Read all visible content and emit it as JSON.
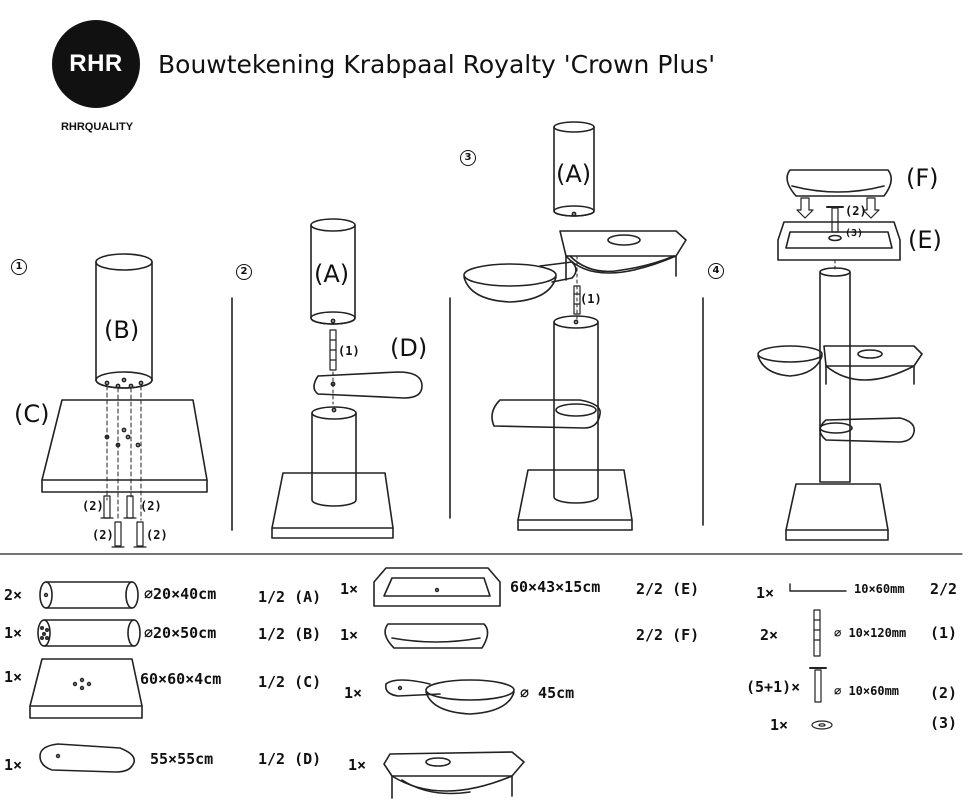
{
  "logo": {
    "text": "RHR",
    "subtext": "RHRQUALITY"
  },
  "title": "Bouwtekening Krabpaal Royalty 'Crown Plus'",
  "steps": [
    "1",
    "2",
    "3",
    "4"
  ],
  "diagram_labels": {
    "a": "(A)",
    "b": "(B)",
    "c": "(C)",
    "d": "(D)",
    "e": "(E)",
    "f": "(F)",
    "screw1": "(1)",
    "screw2": "(2)",
    "washer3": "(3)"
  },
  "parts": [
    {
      "qty": "2×",
      "dims": "∅20×40cm",
      "ref": "1/2 (A)"
    },
    {
      "qty": "1×",
      "dims": "∅20×50cm",
      "ref": "1/2 (B)"
    },
    {
      "qty": "1×",
      "dims": "60×60×4cm",
      "ref": "1/2 (C)"
    },
    {
      "qty": "1×",
      "dims": "55×55cm",
      "ref": "1/2 (D)"
    },
    {
      "qty": "1×",
      "dims": "60×43×15cm",
      "ref": "2/2 (E)"
    },
    {
      "qty": "1×",
      "dims": "",
      "ref": "2/2 (F)"
    },
    {
      "qty": "1×",
      "dims": "∅ 45cm",
      "ref": ""
    },
    {
      "qty": "1×",
      "dims": "",
      "ref": ""
    }
  ],
  "hardware": [
    {
      "qty": "1×",
      "dims": "10×60mm",
      "ref": "2/2"
    },
    {
      "qty": "2×",
      "dims": "∅ 10×120mm",
      "ref": "(1)"
    },
    {
      "qty": "(5+1)×",
      "dims": "∅ 10×60mm",
      "ref": "(2)"
    },
    {
      "qty": "1×",
      "dims": "",
      "ref": "(3)"
    }
  ]
}
